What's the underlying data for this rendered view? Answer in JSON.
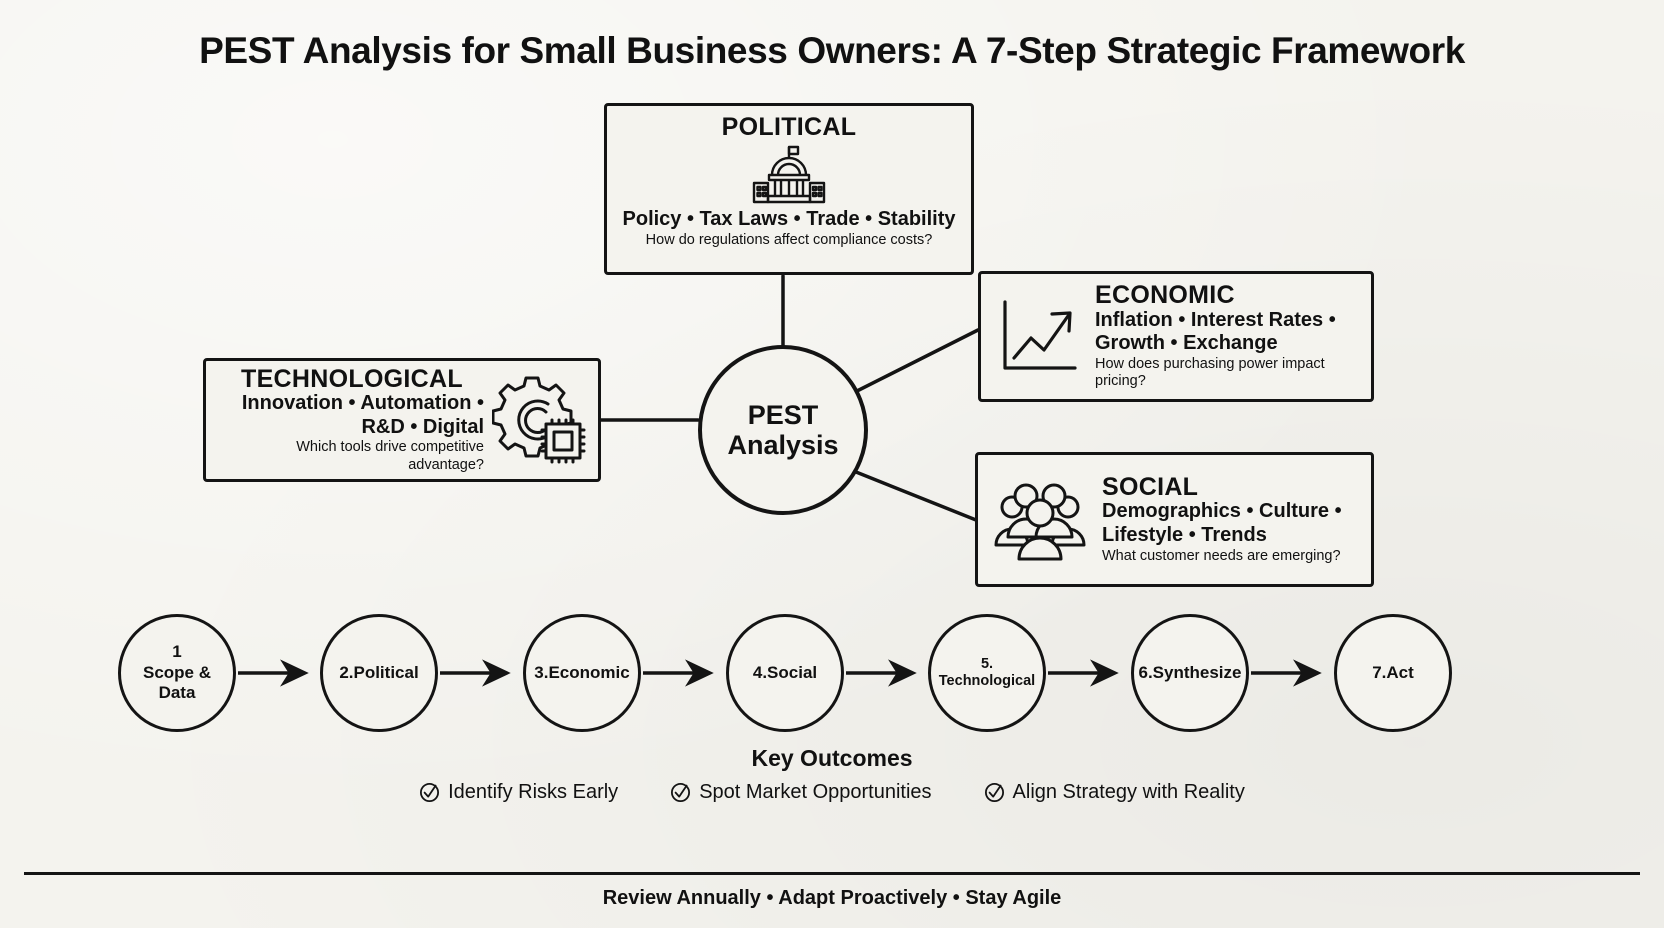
{
  "title": "PEST Analysis for Small Business Owners: A 7-Step Strategic Framework",
  "hub": {
    "line1": "PEST",
    "line2": "Analysis"
  },
  "quadrants": [
    {
      "key": "political",
      "title": "POLITICAL",
      "keywords": "Policy • Tax Laws • Trade • Stability",
      "question": "How do regulations affect compliance costs?",
      "icon": "government-building-icon"
    },
    {
      "key": "economic",
      "title": "ECONOMIC",
      "keywords_line1": "Inflation • Interest Rates •",
      "keywords_line2": "Growth • Exchange",
      "question": "How does purchasing power impact pricing?",
      "icon": "growth-chart-icon"
    },
    {
      "key": "social",
      "title": "SOCIAL",
      "keywords_line1": "Demographics • Culture •",
      "keywords_line2": "Lifestyle • Trends",
      "question": "What customer needs are emerging?",
      "icon": "people-group-icon"
    },
    {
      "key": "technological",
      "title": "TECHNOLOGICAL",
      "keywords_line1": "Innovation • Automation •",
      "keywords_line2": "R&D • Digital",
      "question": "Which tools drive competitive advantage?",
      "icon": "gear-chip-icon"
    }
  ],
  "steps": [
    {
      "label": "1\nScope &\nData",
      "small": false
    },
    {
      "label": "2.Political",
      "small": false
    },
    {
      "label": "3.Economic",
      "small": false
    },
    {
      "label": "4.Social",
      "small": false
    },
    {
      "label": "5.\nTechnological",
      "small": true
    },
    {
      "label": "6.Synthesize",
      "small": false
    },
    {
      "label": "7.Act",
      "small": false
    }
  ],
  "outcomes": {
    "title": "Key Outcomes",
    "items": [
      "Identify Risks Early",
      "Spot Market Opportunities",
      "Align Strategy with Reality"
    ],
    "check_glyph": "☑"
  },
  "footer": "Review Annually • Adapt Proactively • Stay Agile",
  "colors": {
    "ink": "#141414",
    "paper": "#f4f3ee"
  }
}
